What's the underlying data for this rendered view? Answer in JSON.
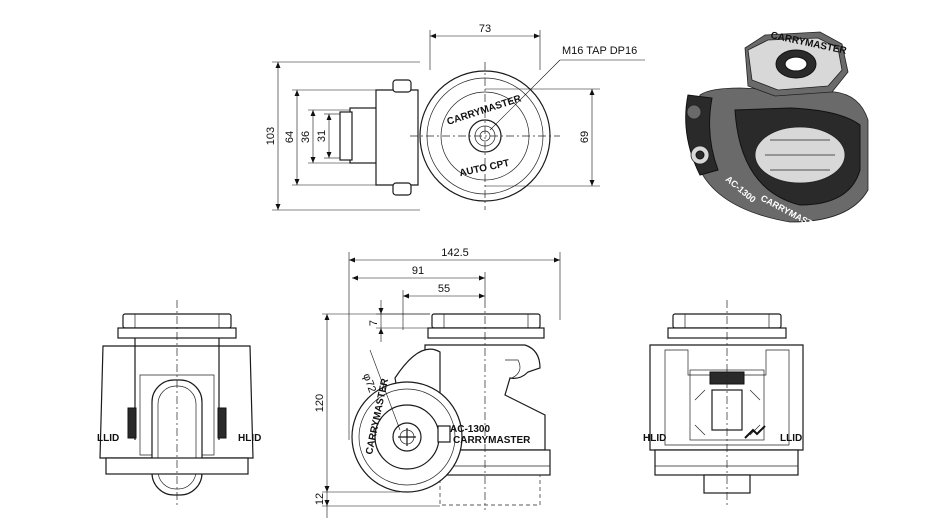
{
  "dimensions": {
    "top_width": "73",
    "tap_note": "M16 TAP DP16",
    "overall_height": "103",
    "height_64": "64",
    "height_36": "36",
    "height_31": "31",
    "height_69": "69",
    "length_142_5": "142.5",
    "length_91": "91",
    "length_55": "55",
    "offset_7": "7",
    "radius_phi72": "φ72",
    "height_120": "120",
    "height_12": "12"
  },
  "branding": {
    "brand": "CARRYMASTER",
    "auto_cpt": "AUTO CPT",
    "model": "AC-1300",
    "model_prefix": "AC",
    "brand_short": "MASTER",
    "side_left": "LLID",
    "side_right": "HLID"
  }
}
